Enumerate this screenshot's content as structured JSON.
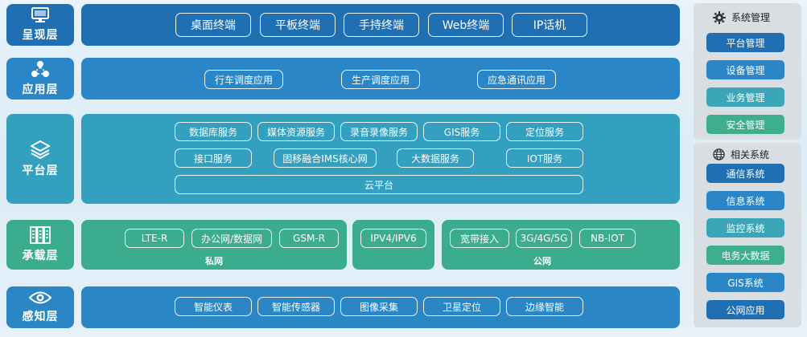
{
  "layers": {
    "presentation": {
      "label": "呈现层",
      "icon": "monitor-icon",
      "items": [
        "桌面终端",
        "平板终端",
        "手持终端",
        "Web终端",
        "IP话机"
      ]
    },
    "application": {
      "label": "应用层",
      "icon": "nodes-icon",
      "items": [
        "行车调度应用",
        "生产调度应用",
        "应急通讯应用"
      ]
    },
    "platform": {
      "label": "平台层",
      "icon": "layers-icon",
      "row1": [
        "数据库服务",
        "媒体资源服务",
        "录音录像服务",
        "GIS服务",
        "定位服务"
      ],
      "row2": [
        "接口服务",
        "固移融合IMS核心网",
        "大数据服务",
        "IOT服务"
      ],
      "row3": "云平台"
    },
    "bearer": {
      "label": "承载层",
      "icon": "server-rack-icon",
      "private": {
        "items": [
          "LTE-R",
          "办公网/数据网",
          "GSM-R"
        ],
        "caption": "私网"
      },
      "ipv": "IPV4/IPV6",
      "public": {
        "items": [
          "宽带接入",
          "3G/4G/5G",
          "NB-IOT"
        ],
        "caption": "公网"
      }
    },
    "perception": {
      "label": "感知层",
      "icon": "eye-icon",
      "items": [
        "智能仪表",
        "智能传感器",
        "图像采集",
        "卫星定位",
        "边缘智能"
      ]
    }
  },
  "side": {
    "mgmt": {
      "title": "系统管理",
      "icon": "gear-icon",
      "items": [
        "平台管理",
        "设备管理",
        "业务管理",
        "安全管理"
      ]
    },
    "related": {
      "title": "相关系统",
      "icon": "globe-icon",
      "items": [
        "通信系统",
        "信息系统",
        "监控系统",
        "电务大数据",
        "GIS系统",
        "公网应用"
      ]
    }
  },
  "colors": {
    "presentation": "#1f6fb2",
    "application": "#2a86c6",
    "platform": "#33a0bf",
    "bearer": "#3cac8e",
    "perception": "#2a87c4"
  }
}
